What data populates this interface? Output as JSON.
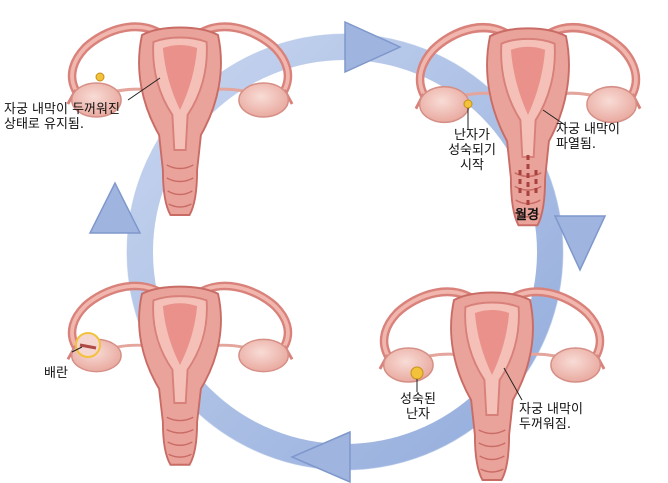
{
  "labels": {
    "top_left": "자궁 내막이 두꺼워진\n상태로 유지됨.",
    "top_right_egg": "난자가\n성숙되기\n시작",
    "top_right_endometrium": "자궁 내막이\n파열됨.",
    "menstruation": "월경",
    "bottom_right_egg": "성숙된\n난자",
    "bottom_right_endometrium": "자궁 내막이\n두꺼워짐.",
    "ovulation": "배란"
  },
  "colors": {
    "arrow": "#a9bde2",
    "arrow_edge": "#7f98cc",
    "uterus": "#eaa39a",
    "uterus_dark": "#c96c66",
    "lining": "#d8807a",
    "ovary": "#f3c7bf",
    "egg": "#f2c23b"
  }
}
